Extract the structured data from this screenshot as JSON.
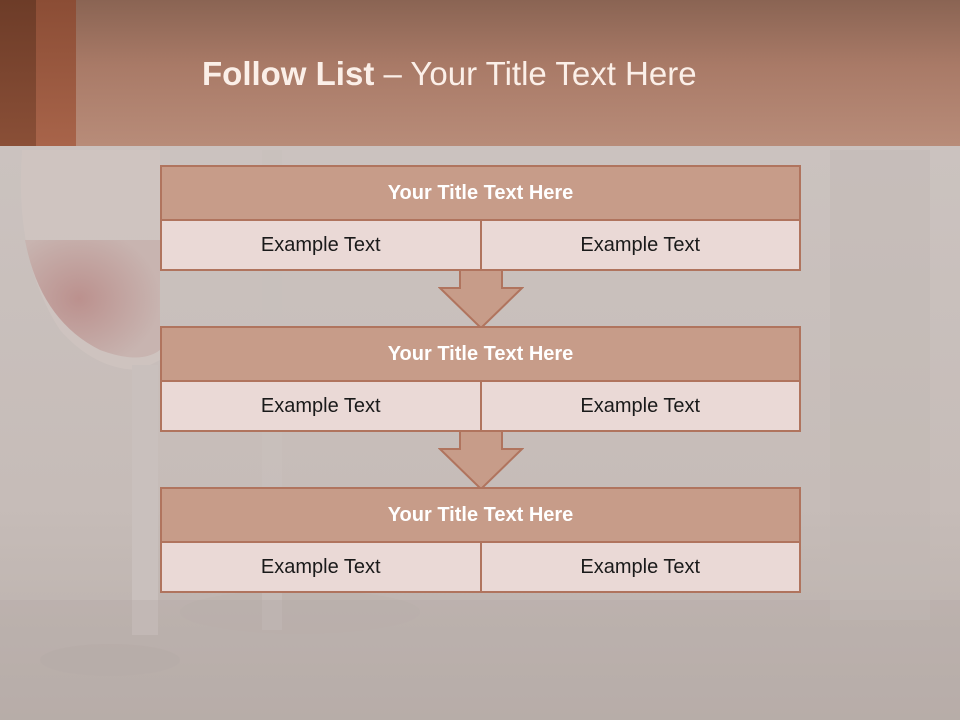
{
  "slide": {
    "title_bold": "Follow List",
    "title_rest": " – Your Title Text Here"
  },
  "colors": {
    "header": "#b0826f",
    "block_header": "#c79c89",
    "block_cell": "#ead9d6",
    "border": "#b0745e"
  },
  "steps": [
    {
      "title": "Your Title Text Here",
      "left": "Example Text",
      "right": "Example Text"
    },
    {
      "title": "Your Title Text Here",
      "left": "Example Text",
      "right": "Example Text"
    },
    {
      "title": "Your Title Text Here",
      "left": "Example Text",
      "right": "Example Text"
    }
  ]
}
